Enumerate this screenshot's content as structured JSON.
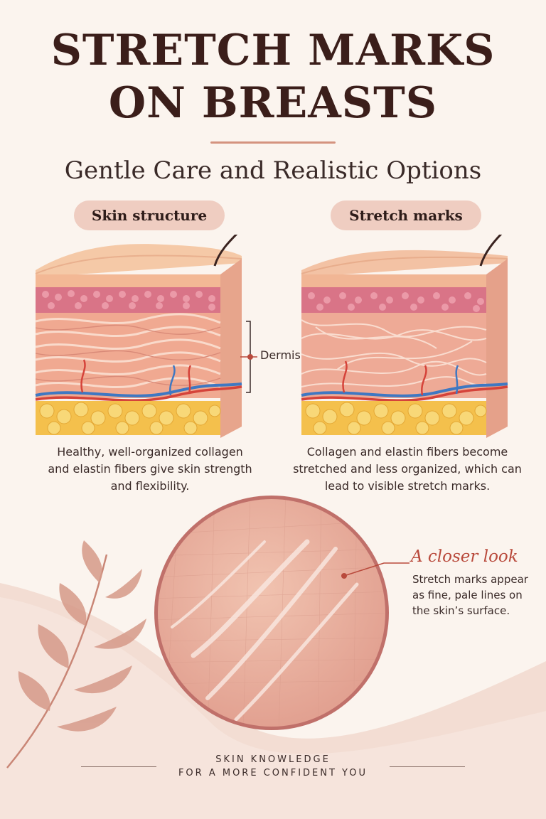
{
  "title_line1": "STRETCH MARKS",
  "title_line2": "ON BREASTS",
  "subtitle": "Gentle Care and Realistic Options",
  "panels": {
    "left": {
      "label": "Skin structure",
      "description": "Healthy, well-organized collagen and elastin fibers give skin strength and flexibility."
    },
    "right": {
      "label": "Stretch marks",
      "description": "Collagen and elastin fibers become stretched and less organized, which can lead to visible stretch marks."
    }
  },
  "dermis_label": "Dermis",
  "closeup": {
    "title": "A closer look",
    "text": "Stretch marks appear as fine, pale lines on the skin’s surface."
  },
  "footer": {
    "line1": "SKIN KNOWLEDGE",
    "line2": "FOR A MORE CONFIDENT YOU"
  },
  "colors": {
    "background": "#fbf4ee",
    "accent": "#d4937f",
    "pill": "#efcdc1",
    "title": "#3b1e1a",
    "closer_title": "#b94a3c"
  }
}
